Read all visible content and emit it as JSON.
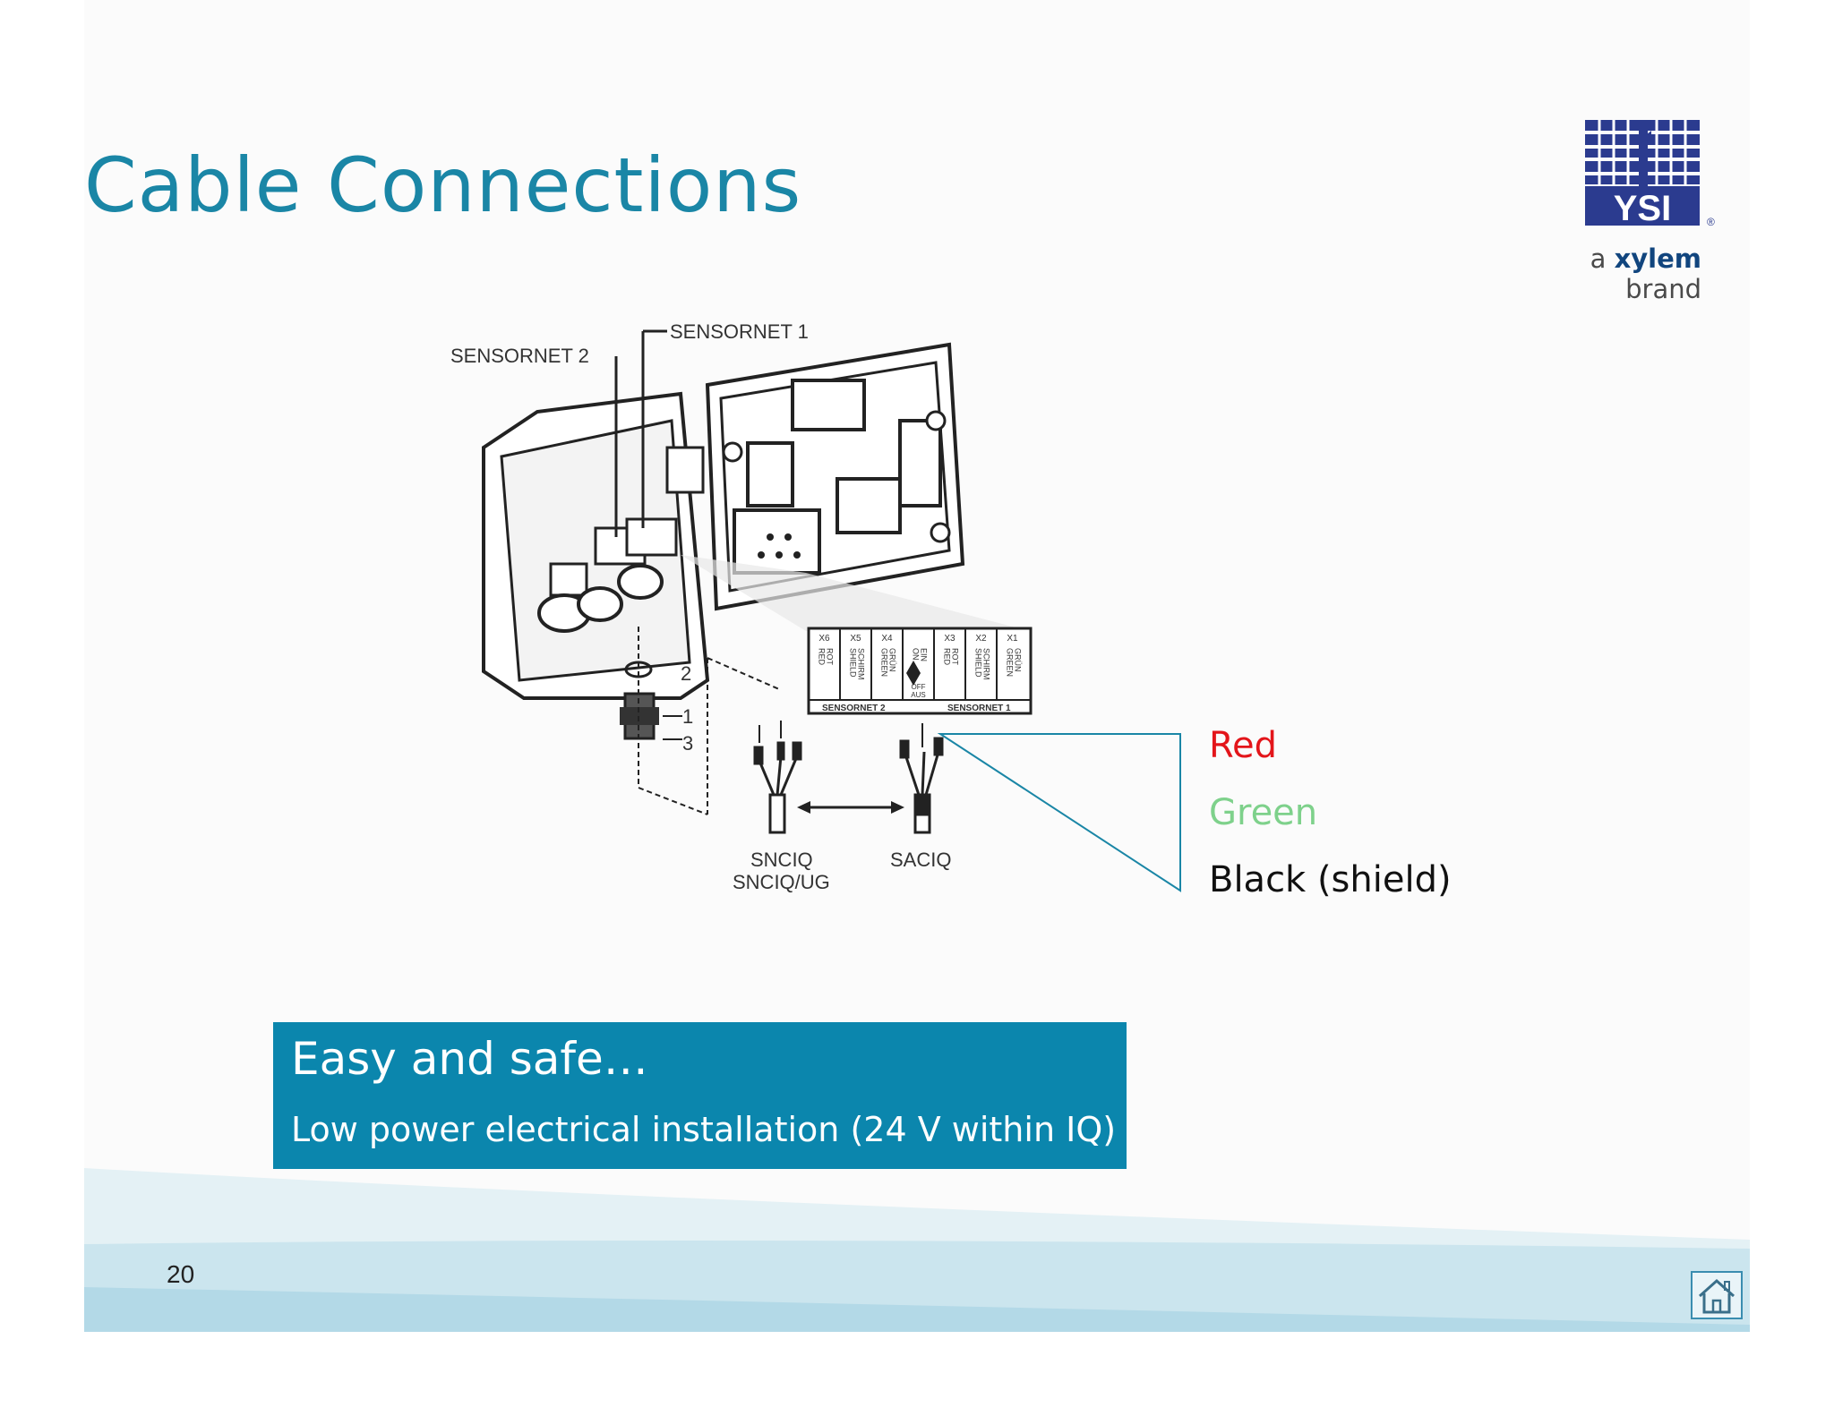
{
  "slide": {
    "title": "Cable Connections",
    "brand": {
      "logo_text": "YSI",
      "tagline_prefix": "a",
      "tagline_name": "xylem",
      "tagline_suffix": "brand",
      "registered_mark": "®"
    },
    "diagram": {
      "label_sensornet1": "SENSORNET 1",
      "label_sensornet2": "SENSORNET 2",
      "part_numbers": [
        "1",
        "2",
        "3"
      ],
      "cable_left": "SNCIQ",
      "cable_left_alt": "SNCIQ/UG",
      "cable_right": "SACIQ",
      "terminal": {
        "columns": [
          {
            "id": "X6",
            "lines": [
              "RED",
              "ROT"
            ]
          },
          {
            "id": "X5",
            "lines": [
              "SHIELD",
              "SCHIRM"
            ]
          },
          {
            "id": "X4",
            "lines": [
              "GREEN",
              "GRÜN"
            ]
          },
          {
            "id": "",
            "lines": [
              "ON",
              "EIN",
              "OFF",
              "AUS"
            ]
          },
          {
            "id": "X3",
            "lines": [
              "RED",
              "ROT"
            ]
          },
          {
            "id": "X2",
            "lines": [
              "SHIELD",
              "SCHIRM"
            ]
          },
          {
            "id": "X1",
            "lines": [
              "GREEN",
              "GRÜN"
            ]
          }
        ],
        "footer_left": "SENSORNET 2",
        "footer_right": "SENSORNET 1"
      }
    },
    "legend": [
      {
        "label": "Red",
        "color": "#e3151a"
      },
      {
        "label": "Green",
        "color": "#7ed18b"
      },
      {
        "label": "Black (shield)",
        "color": "#111111"
      }
    ],
    "callout": {
      "title": "Easy and safe…",
      "subtitle": "Low power electrical installation (24 V within IQ)"
    },
    "footer": {
      "page_number": "20",
      "home_icon": "home-icon"
    },
    "colors": {
      "title": "#1a86a6",
      "callout_bg": "#0b86ad",
      "logo_blue": "#2b3b8f"
    }
  }
}
